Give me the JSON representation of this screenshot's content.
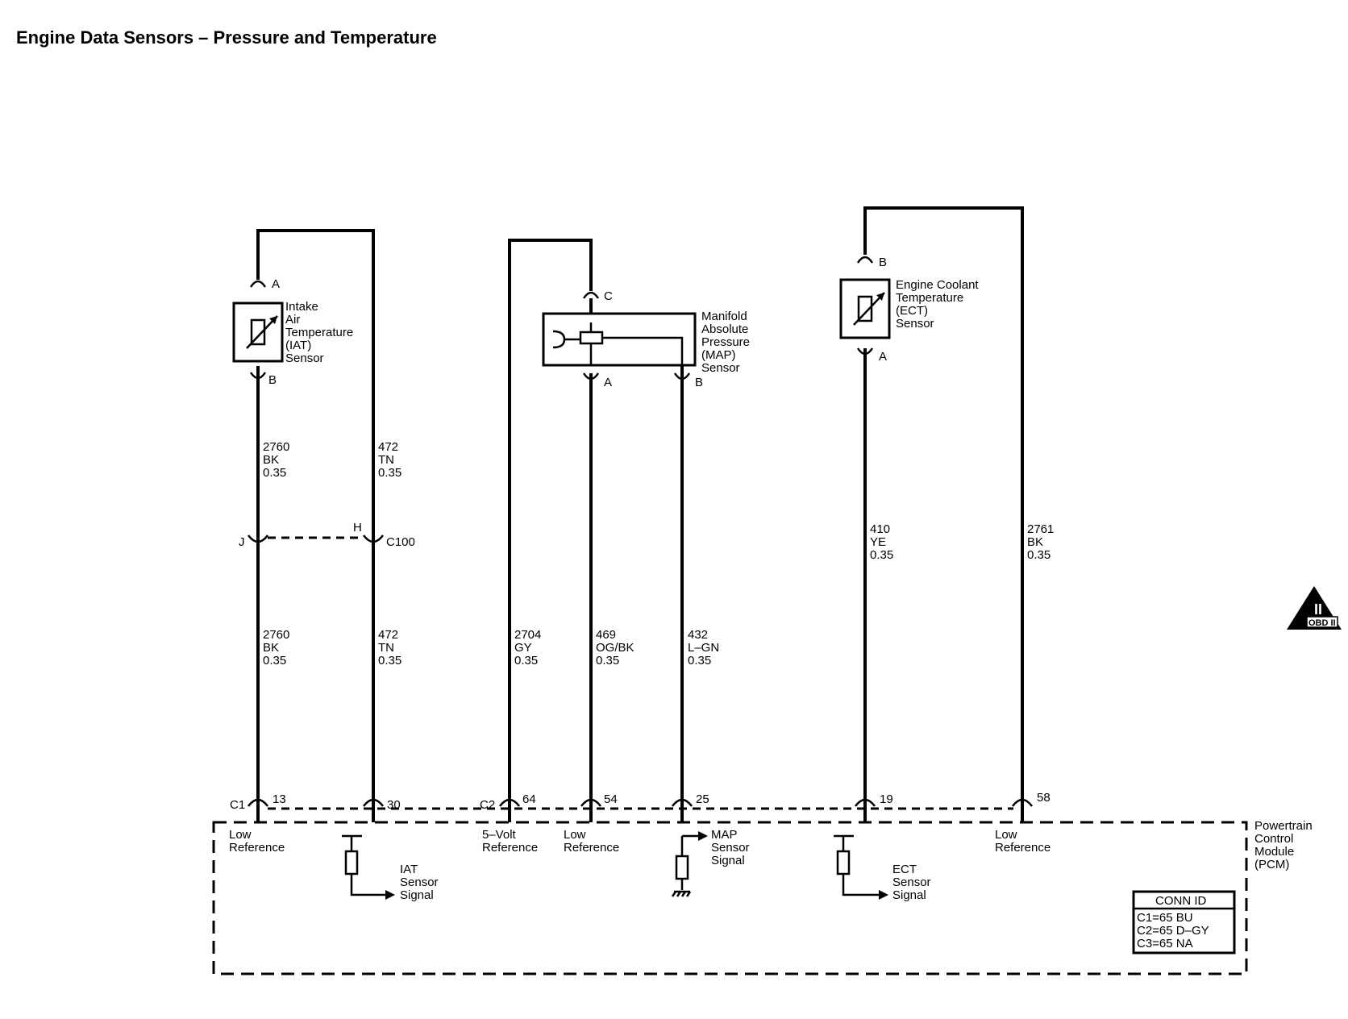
{
  "title": "Engine Data Sensors – Pressure and Temperature",
  "badge": {
    "numeral": "II",
    "label": "OBD II"
  },
  "iat_sensor": {
    "name_lines": [
      "Intake",
      "Air",
      "Temperature",
      "(IAT)",
      "Sensor"
    ],
    "pin_top": "A",
    "pin_bottom": "B"
  },
  "map_sensor": {
    "name_lines": [
      "Manifold",
      "Absolute",
      "Pressure",
      "(MAP)",
      "Sensor"
    ],
    "pin_c": "C",
    "pin_a": "A",
    "pin_b": "B"
  },
  "ect_sensor": {
    "name_lines": [
      "Engine Coolant",
      "Temperature",
      "(ECT)",
      "Sensor"
    ],
    "pin_top": "B",
    "pin_bottom": "A"
  },
  "connector_c100": {
    "name": "C100",
    "pin_left": "J",
    "pin_right": "H"
  },
  "wires": {
    "iat_upper_low": [
      "2760",
      "BK",
      "0.35"
    ],
    "iat_upper_sig": [
      "472",
      "TN",
      "0.35"
    ],
    "iat_lower_low": [
      "2760",
      "BK",
      "0.35"
    ],
    "iat_lower_sig": [
      "472",
      "TN",
      "0.35"
    ],
    "map_ref": [
      "2704",
      "GY",
      "0.35"
    ],
    "map_low": [
      "469",
      "OG/BK",
      "0.35"
    ],
    "map_sig": [
      "432",
      "L–GN",
      "0.35"
    ],
    "ect_sig": [
      "410",
      "YE",
      "0.35"
    ],
    "ect_low": [
      "2761",
      "BK",
      "0.35"
    ]
  },
  "pcm": {
    "name_lines": [
      "Powertrain",
      "Control",
      "Module",
      "(PCM)"
    ],
    "connectors": {
      "c1": "C1",
      "c2": "C2"
    },
    "pins": {
      "p13": "13",
      "p30": "30",
      "p64": "64",
      "p54": "54",
      "p25": "25",
      "p19": "19",
      "p58": "58"
    },
    "circuit_labels": {
      "low_ref_1": [
        "Low",
        "Reference"
      ],
      "iat_signal": [
        "IAT",
        "Sensor",
        "Signal"
      ],
      "five_volt": [
        "5–Volt",
        "Reference"
      ],
      "low_ref_2": [
        "Low",
        "Reference"
      ],
      "map_signal": [
        "MAP",
        "Sensor",
        "Signal"
      ],
      "ect_signal": [
        "ECT",
        "Sensor",
        "Signal"
      ],
      "low_ref_3": [
        "Low",
        "Reference"
      ]
    }
  },
  "conn_id": {
    "header": "CONN ID",
    "rows": [
      "C1=65 BU",
      "C2=65 D–GY",
      "C3=65 NA"
    ]
  }
}
